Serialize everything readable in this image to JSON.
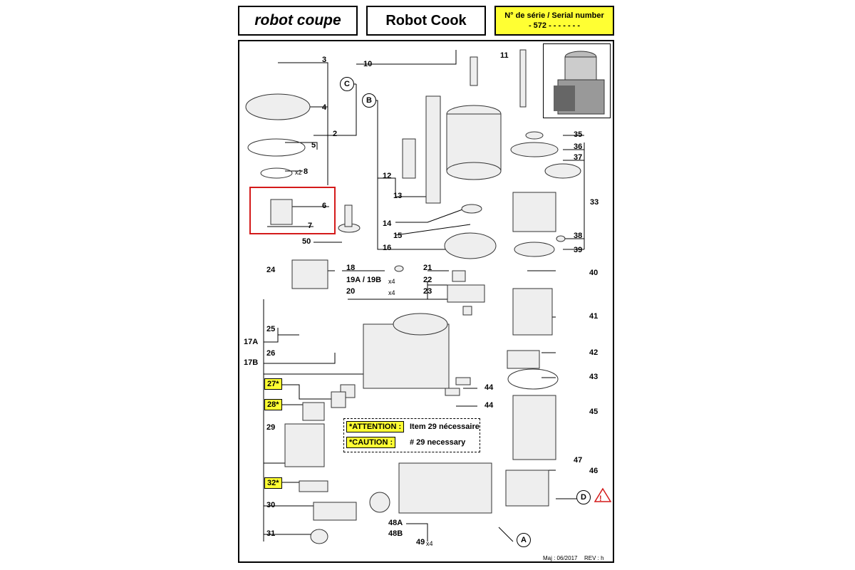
{
  "header": {
    "logo_text": "robot coupe",
    "title": "Robot Cook",
    "serial_label": "N° de série / Serial number",
    "serial_value": "- 572 - - - - -    - -"
  },
  "labels": {
    "l3": "3",
    "l4": "4",
    "l5": "5",
    "l8": "8",
    "l2": "2",
    "l6": "6",
    "l7": "7",
    "l50": "50",
    "lC": "C",
    "lB": "B",
    "l10": "10",
    "l11": "11",
    "l12": "12",
    "l13": "13",
    "l14": "14",
    "l15": "15",
    "l16": "16",
    "l35": "35",
    "l36": "36",
    "l37": "37",
    "l33": "33",
    "l38": "38",
    "l39": "39",
    "l40": "40",
    "l41": "41",
    "l42": "42",
    "l43": "43",
    "l44a": "44",
    "l44b": "44",
    "l45": "45",
    "l47": "47",
    "l46": "46",
    "l24": "24",
    "l18": "18",
    "l19": "19A / 19B",
    "l20": "20",
    "l21": "21",
    "l22": "22",
    "l23": "23",
    "l25": "25",
    "l17A": "17A",
    "l26": "26",
    "l17B": "17B",
    "l27": "27*",
    "l28": "28*",
    "l29": "29",
    "l32": "32*",
    "l30": "30",
    "l31": "31",
    "l48A": "48A",
    "l48B": "48B",
    "l49": "49",
    "lD": "D",
    "lA": "A"
  },
  "qty": {
    "x2": "x2",
    "x4a": "x4",
    "x4b": "x4",
    "x4c": "x4"
  },
  "note": {
    "attention": "*ATTENTION :",
    "attention_text": "Item 29 nécessaire",
    "caution": "*CAUTION :",
    "caution_text": "# 29 necessary"
  },
  "footer": {
    "maj": "Maj : 06/2017",
    "rev": "REV :  h"
  }
}
